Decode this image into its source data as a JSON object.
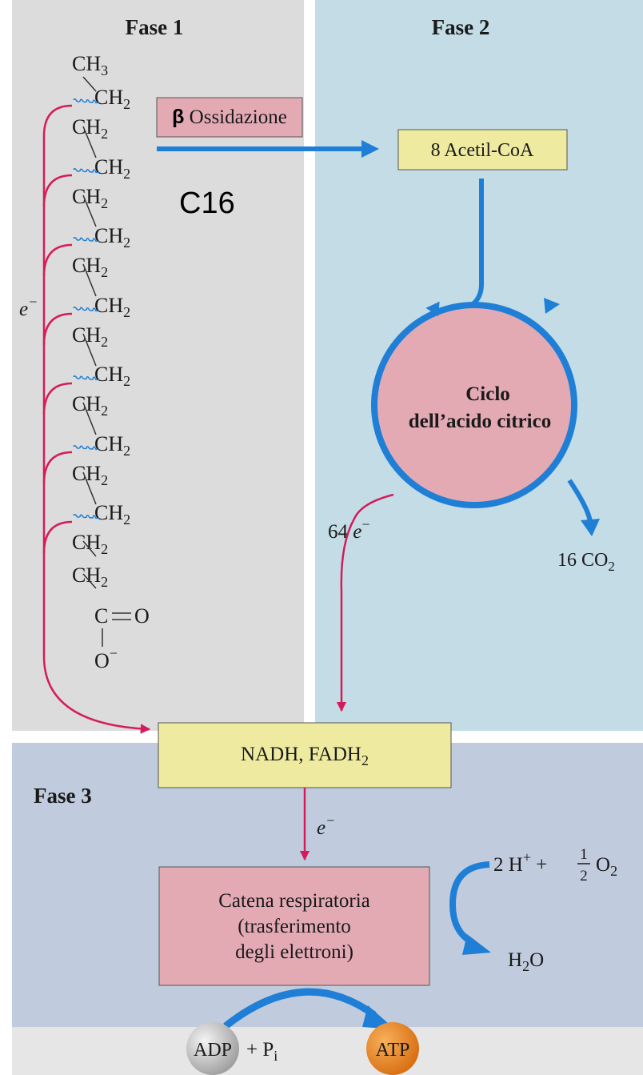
{
  "phase1": {
    "label": "Fase 1"
  },
  "phase2": {
    "label": "Fase 2"
  },
  "phase3": {
    "label": "Fase 3"
  },
  "fatty_acid": {
    "ch3": "CH",
    "ch3_sub": "3",
    "ch2": "CH",
    "ch2_sub": "2",
    "carboxyl_c": "C",
    "carboxyl_o_double": "O",
    "carboxyl_o_minus": "O",
    "carboxyl_charge": "−"
  },
  "beta_oxidation": {
    "symbol": "β",
    "label": "Ossidazione"
  },
  "chain_length_label": "C16",
  "acetyl_coa": {
    "label": "8 Acetil-CoA"
  },
  "citric_cycle": {
    "line1": "Ciclo",
    "line2": "dell’acido citrico"
  },
  "co2_output": {
    "prefix": "16 CO",
    "sub": "2"
  },
  "electrons_phase1": {
    "symbol": "e",
    "charge": "−"
  },
  "electrons_cycle": {
    "prefix": "64 ",
    "symbol": "e",
    "charge": "−"
  },
  "nadh_box": {
    "text": "NADH, FADH",
    "sub": "2"
  },
  "electrons_phase3": {
    "symbol": "e",
    "charge": "−"
  },
  "respiratory_chain": {
    "line1": "Catena respiratoria",
    "line2": "(trasferimento",
    "line3": "degli elettroni)"
  },
  "oxygen_input": {
    "h_prefix": "2 H",
    "h_charge": "+",
    "plus": "+",
    "frac_num": "1",
    "frac_den": "2",
    "o": "O",
    "o_sub": "2"
  },
  "water_output": {
    "h": "H",
    "h_sub": "2",
    "o": "O"
  },
  "adp": {
    "label": "ADP",
    "plus": "+ P",
    "pi_sub": "i"
  },
  "atp": {
    "label": "ATP"
  },
  "colors": {
    "phase1_bg": "#dcdcdc",
    "phase2_bg": "#c3dce5",
    "phase3_bg": "#c0ccdd",
    "bottom_bg": "#e6e6e6",
    "yellow_box": "#eeeaa0",
    "pink": "#e3aab4",
    "blue_arrow": "#1f7fd6",
    "magenta": "#d41c5c",
    "atp_orange": "#e88724",
    "adp_gray": "#b8b8b8"
  }
}
